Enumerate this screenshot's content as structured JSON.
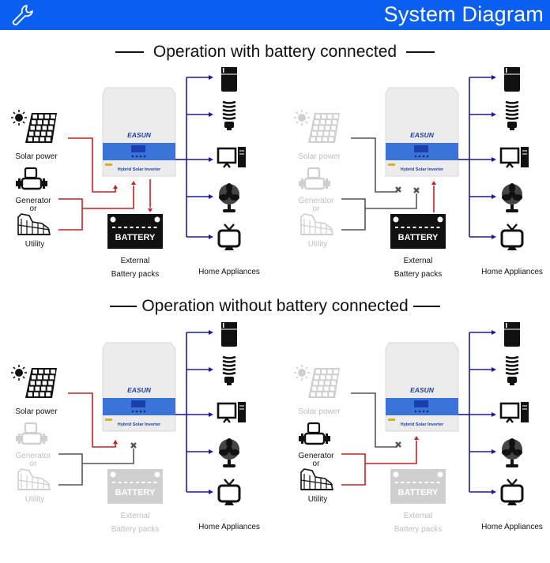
{
  "header": {
    "title": "System Diagram",
    "icon": "wrench-icon",
    "background_color": "#0a5ef0"
  },
  "colors": {
    "active_line": "#cc1f1f",
    "inactive_line": "#555555",
    "output_line": "#1a1aa0",
    "faded": "#cfcfcf",
    "active": "#111111"
  },
  "sections": [
    {
      "title": "Operation with battery connected",
      "panels": [
        {
          "sources": [
            {
              "label": "Solar power",
              "icon": "solar-panel-icon",
              "active": true
            },
            {
              "label": "Generator",
              "icon": "generator-icon",
              "active": true
            },
            {
              "label": "or",
              "active": true
            },
            {
              "label": "Utility",
              "icon": "utility-tower-icon",
              "active": true
            }
          ],
          "inverter": {
            "brand": "EASUN",
            "label": "Hybrid Solar Inverter"
          },
          "battery": {
            "label": "BATTERY",
            "caption_1": "External",
            "caption_2": "Battery packs",
            "active": true,
            "flow": "to-battery"
          },
          "links": {
            "solar": "active",
            "grid": "active"
          },
          "appliances_label": "Home Appliances"
        },
        {
          "sources": [
            {
              "label": "Solar power",
              "icon": "solar-panel-icon",
              "active": false
            },
            {
              "label": "Generator",
              "icon": "generator-icon",
              "active": false
            },
            {
              "label": "or",
              "active": false
            },
            {
              "label": "Utility",
              "icon": "utility-tower-icon",
              "active": false
            }
          ],
          "inverter": {
            "brand": "EASUN",
            "label": "Hybrid Solar Inverter"
          },
          "battery": {
            "label": "BATTERY",
            "caption_1": "External",
            "caption_2": "Battery packs",
            "active": true,
            "flow": "from-battery"
          },
          "links": {
            "solar": "blocked",
            "grid": "blocked"
          },
          "appliances_label": "Home Appliances"
        }
      ]
    },
    {
      "title": "Operation without battery connected",
      "panels": [
        {
          "sources": [
            {
              "label": "Solar power",
              "icon": "solar-panel-icon",
              "active": true
            },
            {
              "label": "Generator",
              "icon": "generator-icon",
              "active": false
            },
            {
              "label": "or",
              "active": false
            },
            {
              "label": "Utility",
              "icon": "utility-tower-icon",
              "active": false
            }
          ],
          "inverter": {
            "brand": "EASUN",
            "label": "Hybrid Solar Inverter"
          },
          "battery": {
            "label": "BATTERY",
            "caption_1": "External",
            "caption_2": "Battery packs",
            "active": false,
            "flow": "none"
          },
          "links": {
            "solar": "active",
            "grid": "blocked"
          },
          "appliances_label": "Home Appliances"
        },
        {
          "sources": [
            {
              "label": "Solar power",
              "icon": "solar-panel-icon",
              "active": false
            },
            {
              "label": "Generator",
              "icon": "generator-icon",
              "active": true
            },
            {
              "label": "or",
              "active": true
            },
            {
              "label": "Utility",
              "icon": "utility-tower-icon",
              "active": true
            }
          ],
          "inverter": {
            "brand": "EASUN",
            "label": "Hybrid Solar Inverter"
          },
          "battery": {
            "label": "BATTERY",
            "caption_1": "External",
            "caption_2": "Battery packs",
            "active": false,
            "flow": "none"
          },
          "links": {
            "solar": "blocked",
            "grid": "active"
          },
          "appliances_label": "Home Appliances"
        }
      ]
    }
  ],
  "appliances": [
    {
      "name": "refrigerator",
      "icon": "refrigerator-icon"
    },
    {
      "name": "light-bulb",
      "icon": "light-bulb-icon"
    },
    {
      "name": "computer",
      "icon": "computer-icon"
    },
    {
      "name": "fan",
      "icon": "fan-icon"
    },
    {
      "name": "tv",
      "icon": "tv-icon"
    }
  ]
}
